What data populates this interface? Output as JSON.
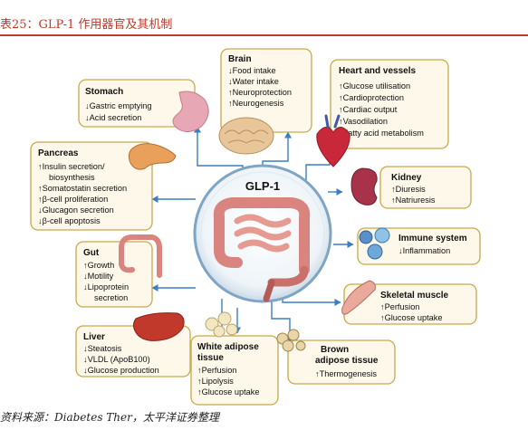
{
  "header": {
    "title": "表25：GLP-1 作用器官及其机制"
  },
  "footer": {
    "source": "资料来源：Diabetes Ther，太平洋证券整理"
  },
  "diagram": {
    "center": "GLP-1",
    "stomach": {
      "title": "Stomach",
      "items": [
        "↓Gastric emptying",
        "↓Acid secretion"
      ]
    },
    "brain": {
      "title": "Brain",
      "items": [
        "↓Food intake",
        "↓Water intake",
        "↑Neuroprotection",
        "↑Neurogenesis"
      ]
    },
    "heart": {
      "title": "Heart and vessels",
      "items": [
        "↑Glucose utilisation",
        "↑Cardioprotection",
        "↑Cardiac output",
        "↑Vasodilation",
        "↓Fatty acid metabolism"
      ]
    },
    "pancreas": {
      "title": "Pancreas",
      "items": [
        "↑Insulin secretion/",
        "biosynthesis",
        "↑Somatostatin secretion",
        "↑β-cell proliferation",
        "↓Glucagon secretion",
        "↓β-cell apoptosis"
      ]
    },
    "kidney": {
      "title": "Kidney",
      "items": [
        "↑Diuresis",
        "↑Natriuresis"
      ]
    },
    "immune": {
      "title": "Immune system",
      "items": [
        "↓Inflammation"
      ]
    },
    "gut": {
      "title": "Gut",
      "items": [
        "↑Growth",
        "↓Motility",
        "↓Lipoprotein",
        "secretion"
      ]
    },
    "muscle": {
      "title": "Skeletal muscle",
      "items": [
        "↑Perfusion",
        "↑Glucose uptake"
      ]
    },
    "liver": {
      "title": "Liver",
      "items": [
        "↓Steatosis",
        "↓VLDL (ApoB100)",
        "↓Glucose production"
      ]
    },
    "white": {
      "title": "White adipose",
      "title2": "tissue",
      "items": [
        "↑Perfusion",
        "↑Lipolysis",
        "↑Glucose uptake"
      ]
    },
    "brown": {
      "title": "Brown",
      "title2": "adipose tissue",
      "items": [
        "↑Thermogenesis"
      ]
    }
  }
}
